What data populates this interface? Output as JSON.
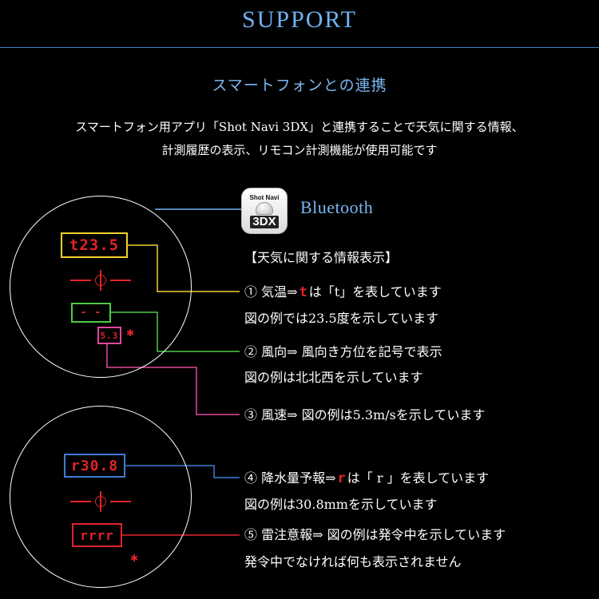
{
  "header": {
    "title": "SUPPORT"
  },
  "subtitle": "スマートフォンとの連携",
  "intro": {
    "line1": "スマートフォン用アプリ「Shot Navi 3DX」と連携することで天気に関する情報、",
    "line2": "計測履歴の表示、リモコン計測機能が使用可能です"
  },
  "app": {
    "icon_name": "shot-navi-3dx-app-icon",
    "brand": "Shot Navi",
    "model": "3DX",
    "connection_label": "Bluetooth"
  },
  "weather_heading": "【天気に関する情報表示】",
  "displays": {
    "temp": "t23.5",
    "dir": "- -",
    "speed": "5.3",
    "rain": "r30.8",
    "alert": "rrrr",
    "bt_icon": "bluetooth-icon"
  },
  "items": {
    "temp": {
      "line1_a": "① 気温⇒",
      "mark": "t",
      "line1_b": "は「t」を表しています",
      "line2": "図の例では23.5度を示しています"
    },
    "dir": {
      "line1": "② 風向⇒ 風向き方位を記号で表示",
      "line2": "図の例は北北西を示しています"
    },
    "speed": {
      "line1": "③ 風速⇒ 図の例は5.3m/sを示しています"
    },
    "rain": {
      "line1_a": "④ 降水量予報⇒",
      "mark": "r",
      "line1_b": "は「 r 」を表しています",
      "line2": "図の例は30.8mmを示しています"
    },
    "alert": {
      "line1": "⑤ 雷注意報⇒ 図の例は発令中を示しています",
      "line2": "発令中でなければ何も表示されません"
    }
  },
  "colors": {
    "accent_blue": "#6fb3f5",
    "temp_yellow": "#f2d02d",
    "dir_green": "#4ccb46",
    "speed_pink": "#e0489f",
    "rain_blue": "#3d7cd4",
    "alert_red": "#e0232a"
  }
}
